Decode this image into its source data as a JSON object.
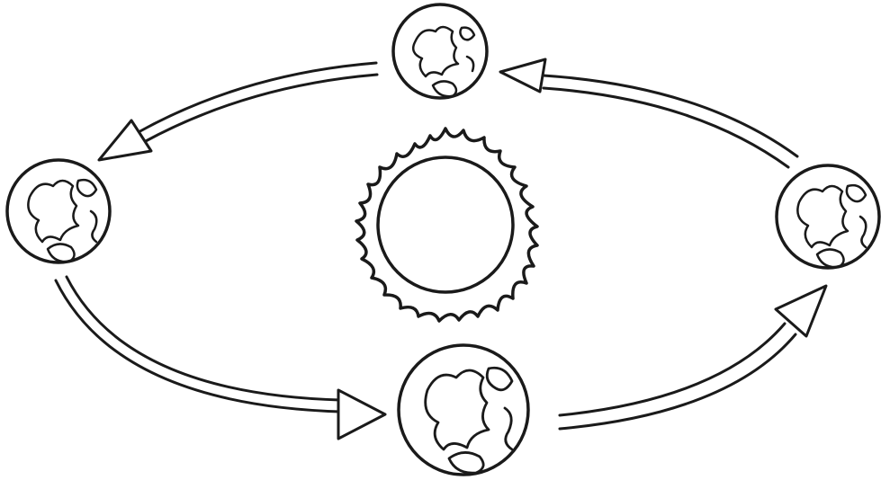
{
  "diagram": {
    "kind": "earth-orbit-around-sun",
    "style": "line-art",
    "colors": {
      "ink": "#1a1a1a",
      "paper": "#ffffff"
    },
    "sun": {
      "icon": "sun-icon"
    },
    "earths": [
      {
        "id": "top",
        "icon": "earth-icon"
      },
      {
        "id": "left",
        "icon": "earth-icon"
      },
      {
        "id": "bottom",
        "icon": "earth-icon"
      },
      {
        "id": "right",
        "icon": "earth-icon"
      }
    ],
    "orbit_direction": "counterclockwise",
    "arrows": [
      {
        "from": "top",
        "to": "left"
      },
      {
        "from": "left",
        "to": "bottom"
      },
      {
        "from": "bottom",
        "to": "right"
      },
      {
        "from": "right",
        "to": "top"
      }
    ]
  }
}
